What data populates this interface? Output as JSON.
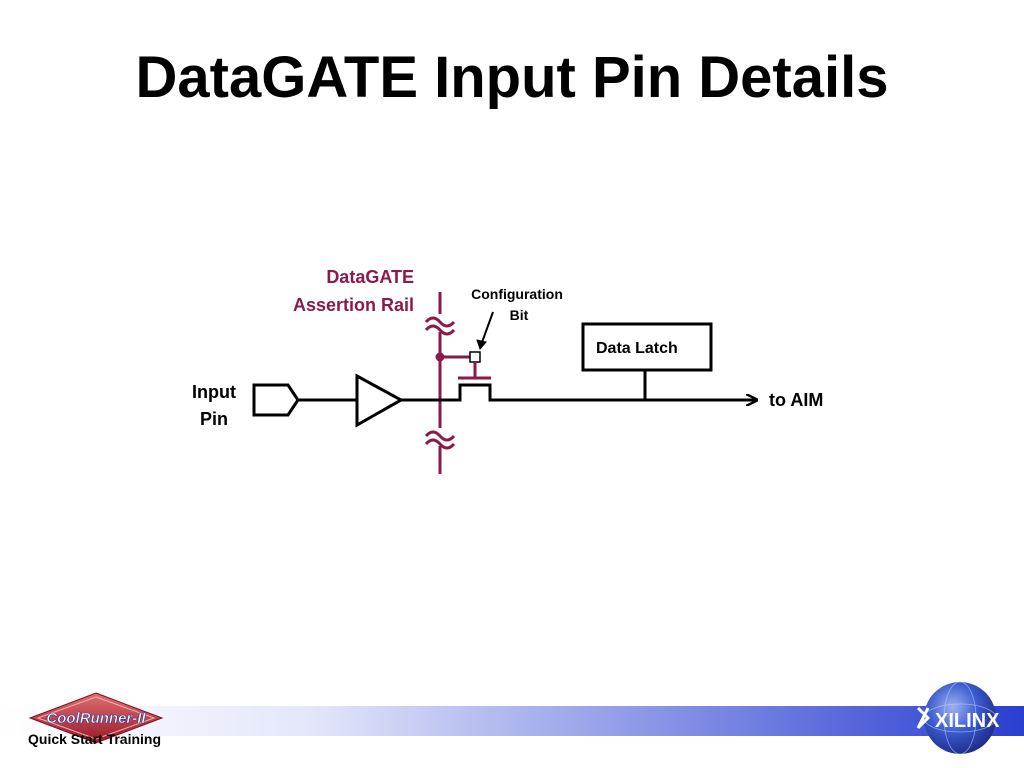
{
  "slide": {
    "title": "DataGATE Input Pin Details",
    "footer_text": "Quick Start Training"
  },
  "diagram": {
    "rail_label_line1": "DataGATE",
    "rail_label_line2": "Assertion Rail",
    "config_label_line1": "Configuration",
    "config_label_line2": "Bit",
    "latch_label": "Data Latch",
    "input_label_line1": "Input",
    "input_label_line2": "Pin",
    "output_label": "to AIM"
  },
  "logos": {
    "coolrunner_text": "CoolRunner-II",
    "xilinx_text": "XILINX"
  },
  "colors": {
    "rail": "#8a1a4a",
    "footer_gradient_start": "#ffffff",
    "footer_gradient_end": "#2a3fd0",
    "coolrunner_diamond": "#b02030",
    "coolrunner_text": "#2a3a9a",
    "xilinx_globe": "#2a4fc0"
  }
}
